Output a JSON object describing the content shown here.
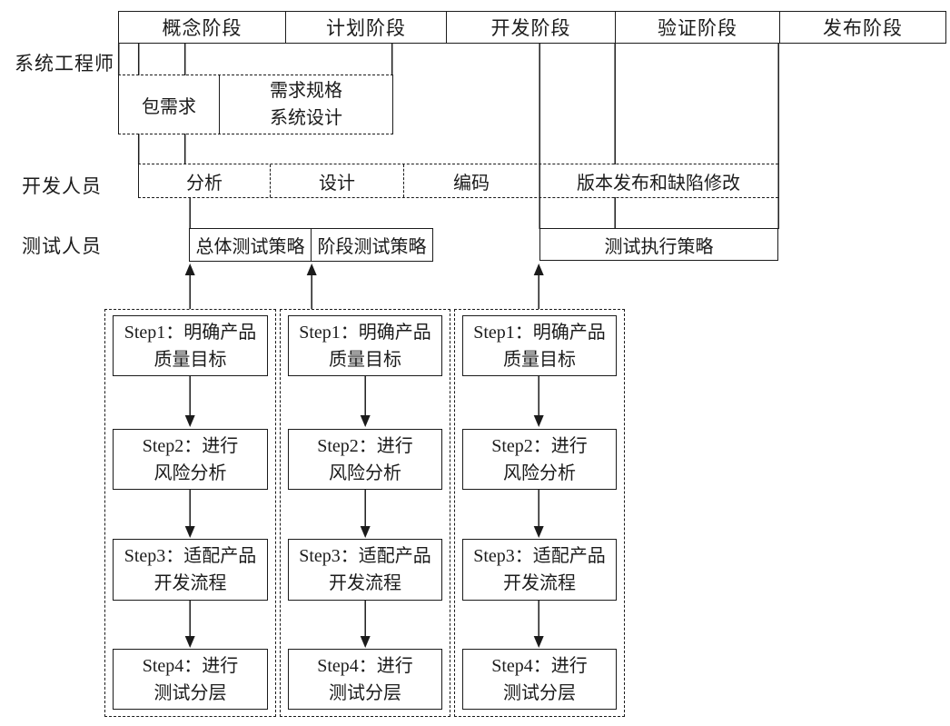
{
  "diagram": {
    "phases": [
      "概念阶段",
      "计划阶段",
      "开发阶段",
      "验证阶段",
      "发布阶段"
    ],
    "roles": [
      "系统工程师",
      "开发人员",
      "测试人员"
    ],
    "se_row": {
      "pkg_req": "包需求",
      "req_spec": "需求规格",
      "sys_design": "系统设计"
    },
    "dev_row": {
      "analysis": "分析",
      "design": "设计",
      "coding": "编码",
      "release_and_fix": "版本发布和缺陷修改"
    },
    "test_row": {
      "overall": "总体测试策略",
      "phase": "阶段测试策略",
      "execution": "测试执行策略"
    },
    "flows": [
      {
        "steps": [
          {
            "l1": "Step1：明确产品",
            "l2": "质量目标"
          },
          {
            "l1": "Step2：进行",
            "l2": "风险分析"
          },
          {
            "l1": "Step3：适配产品",
            "l2": "开发流程"
          },
          {
            "l1": "Step4：进行",
            "l2": "测试分层"
          }
        ]
      },
      {
        "steps": [
          {
            "l1": "Step1：明确产品",
            "l2": "质量目标"
          },
          {
            "l1": "Step2：进行",
            "l2": "风险分析"
          },
          {
            "l1": "Step3：适配产品",
            "l2": "开发流程"
          },
          {
            "l1": "Step4：进行",
            "l2": "测试分层"
          }
        ]
      },
      {
        "steps": [
          {
            "l1": "Step1：明确产品",
            "l2": "质量目标"
          },
          {
            "l1": "Step2：进行",
            "l2": "风险分析"
          },
          {
            "l1": "Step3：适配产品",
            "l2": "开发流程"
          },
          {
            "l1": "Step4：进行",
            "l2": "测试分层"
          }
        ]
      }
    ],
    "colors": {
      "line": "#1b1b1b",
      "background": "#ffffff"
    }
  }
}
